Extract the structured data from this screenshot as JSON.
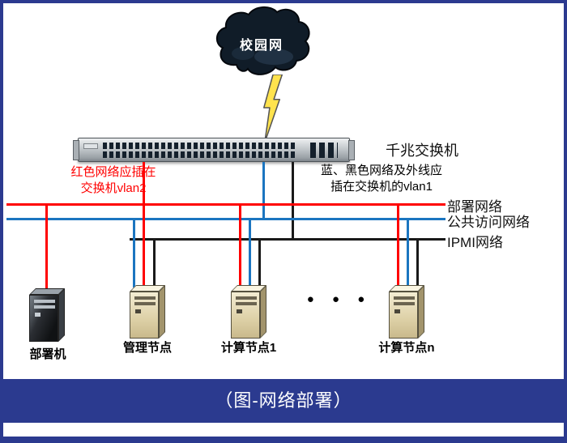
{
  "cloud": {
    "label": "校园网"
  },
  "switch": {
    "label": "千兆交换机"
  },
  "notes": {
    "vlan2": {
      "line1": "红色网络应插在",
      "line2": "交换机vlan2",
      "color": "#ff0000"
    },
    "vlan1": {
      "line1": "蓝、黑色网络及外线应",
      "line2": "插在交换机的vlan1",
      "color": "#000000"
    }
  },
  "networks": {
    "deploy": {
      "label": "部署网络",
      "color": "#ff0000"
    },
    "public": {
      "label": "公共访问网络",
      "color": "#1b75c0"
    },
    "ipmi": {
      "label": "IPMI网络",
      "color": "#1a1a1a"
    }
  },
  "nodes": {
    "deployer": {
      "label": "部署机"
    },
    "mgmt": {
      "label": "管理节点"
    },
    "compute1": {
      "label": "计算节点1"
    },
    "computen": {
      "label": "计算节点n"
    }
  },
  "ellipsis": "● ● ●",
  "caption": {
    "text": "（图-网络部署）"
  },
  "frame_color": "#2b3a8f"
}
